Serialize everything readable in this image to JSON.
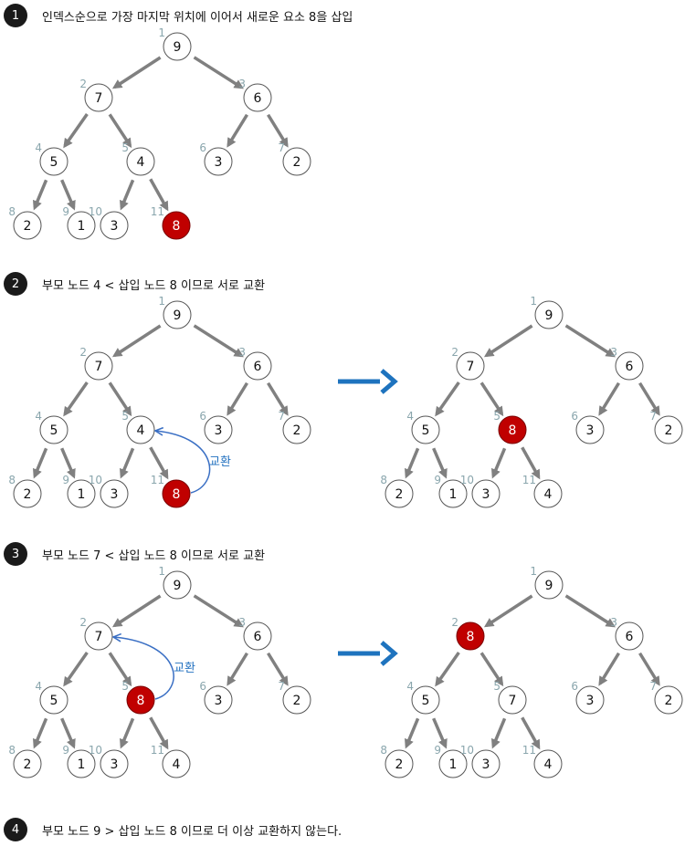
{
  "steps": [
    {
      "num": "1",
      "text": "인덱스순으로 가장 마지막 위치에 이어서 새로운 요소 8을 삽입"
    },
    {
      "num": "2",
      "text": "부모 노드 4 < 삽입 노드 8 이므로 서로 교환"
    },
    {
      "num": "3",
      "text": "부모 노드 7 < 삽입 노드 8 이므로 서로 교환"
    },
    {
      "num": "4",
      "text": "부모 노드 9 > 삽입 노드 8 이므로 더 이상 교환하지 않는다."
    }
  ],
  "swap_label": "교환",
  "colors": {
    "highlight_node": "#c00000",
    "edge": "#808080",
    "index_label": "#8aa6ad",
    "transition_arrow": "#1e73be",
    "swap_curve": "#3a6fc4"
  },
  "trees": [
    {
      "id": "step1",
      "values": [
        "9",
        "7",
        "6",
        "5",
        "4",
        "3",
        "2",
        "2",
        "1",
        "3",
        "8"
      ],
      "highlight": 11
    },
    {
      "id": "step2-before",
      "values": [
        "9",
        "7",
        "6",
        "5",
        "4",
        "3",
        "2",
        "2",
        "1",
        "3",
        "8"
      ],
      "highlight": 11,
      "swap": [
        5,
        11
      ]
    },
    {
      "id": "step2-after",
      "values": [
        "9",
        "7",
        "6",
        "5",
        "8",
        "3",
        "2",
        "2",
        "1",
        "3",
        "4"
      ],
      "highlight": 5
    },
    {
      "id": "step3-before",
      "values": [
        "9",
        "7",
        "6",
        "5",
        "8",
        "3",
        "2",
        "2",
        "1",
        "3",
        "4"
      ],
      "highlight": 5,
      "swap": [
        2,
        5
      ]
    },
    {
      "id": "step3-after",
      "values": [
        "9",
        "8",
        "6",
        "5",
        "7",
        "3",
        "2",
        "2",
        "1",
        "3",
        "4"
      ],
      "highlight": 2
    }
  ]
}
